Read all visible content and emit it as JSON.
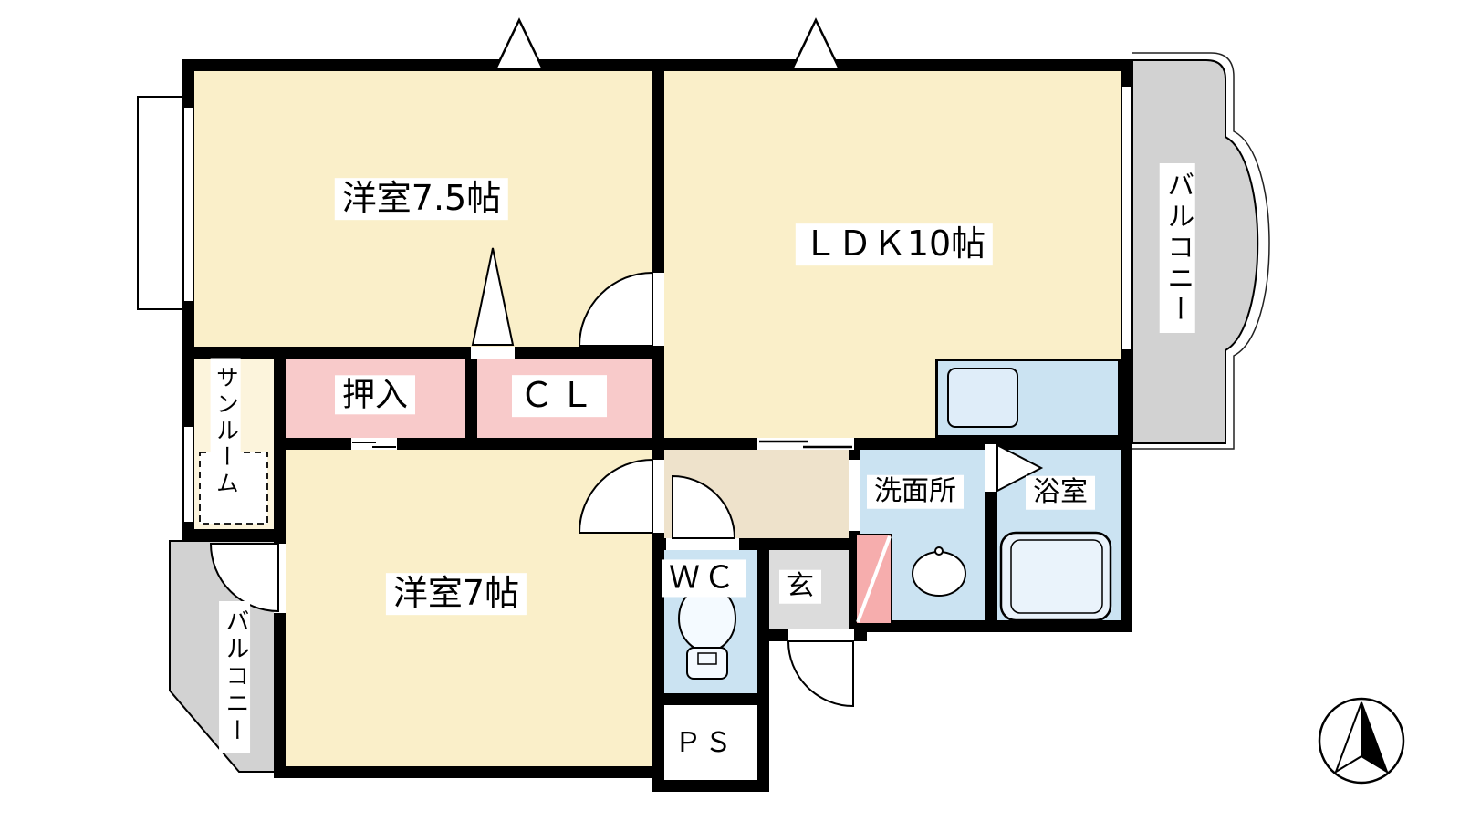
{
  "floorplan": {
    "rooms": {
      "bedroom_75": {
        "label": "洋室7.5帖"
      },
      "ldk": {
        "label": "ＬＤＫ10帖"
      },
      "balcony_right": {
        "label": "バルコニー"
      },
      "oshiire": {
        "label": "押入"
      },
      "closet": {
        "label": "ＣＬ"
      },
      "sunroom": {
        "label": "サンルーム"
      },
      "bedroom_7": {
        "label": "洋室7帖"
      },
      "balcony_left": {
        "label": "バルコニー"
      },
      "wc": {
        "label": "ＷＣ"
      },
      "entrance": {
        "label": "玄"
      },
      "washroom": {
        "label": "洗面所"
      },
      "bathroom": {
        "label": "浴室"
      },
      "pipe_space": {
        "label": "ＰＳ"
      }
    },
    "colors": {
      "room": "#FAEFC9",
      "closet": "#F8CACA",
      "wet_area": "#CBE3F2",
      "balcony": "#D2D2D2",
      "hallway": "#EEE2CB",
      "entrance_floor": "#DCDCDC",
      "entrance_door": "#F6ADAD",
      "wall": "#000000"
    },
    "icons": {
      "compass": "north-arrow",
      "toilet": "toilet",
      "washbasin": "sink",
      "bathtub": "bathtub",
      "kitchen_sink": "kitchen-sink",
      "washer_space": "dashed-square"
    }
  }
}
